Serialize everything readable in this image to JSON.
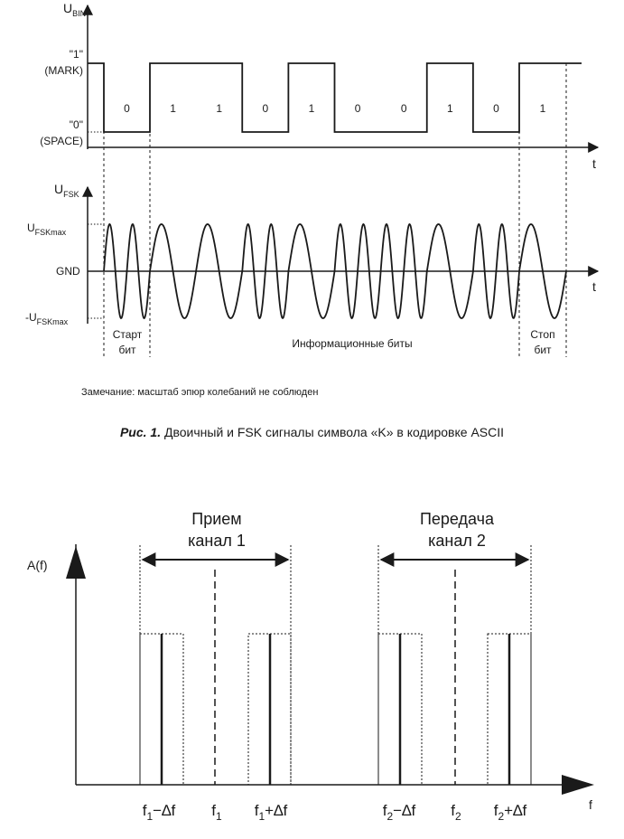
{
  "figure1": {
    "y_axis_label": "U",
    "y_axis_sub": "BIN",
    "mark_top": "\"1\"",
    "mark_bottom": "(MARK)",
    "space_top": "\"0\"",
    "space_bottom": "(SPACE)",
    "t_label": "t",
    "bits": [
      0,
      1,
      1,
      0,
      1,
      0,
      0,
      1,
      0,
      1
    ],
    "bit_labels": [
      "0",
      "1",
      "1",
      "0",
      "1",
      "0",
      "0",
      "1",
      "0",
      "1"
    ],
    "fsk_axis_label": "U",
    "fsk_axis_sub": "FSK",
    "fsk_max_label": "U",
    "fsk_max_sub": "FSKmax",
    "gnd_label": "GND",
    "fsk_min_label": "-U",
    "fsk_min_sub": "FSKmax",
    "start_line1": "Старт",
    "start_line2": "бит",
    "info_label": "Информационные биты",
    "stop_line1": "Стоп",
    "stop_line2": "бит",
    "note": "Замечание: масштаб эпюр колебаний не соблюден",
    "caption_bold": "Рис. 1.",
    "caption_text": " Двоичный и FSK сигналы символа «K» в кодировке ASCII"
  },
  "figure2": {
    "y_axis_label": "A(f)",
    "f_label": "f",
    "rx_title1": "Прием",
    "rx_title2": "канал 1",
    "tx_title1": "Передача",
    "tx_title2": "канал 2",
    "tick_f1_minus": "f",
    "tick_f1_minus_sub": "1",
    "tick_f1_minus_tail": "−∆f",
    "tick_f1": "f",
    "tick_f1_sub": "1",
    "tick_f1_plus": "f",
    "tick_f1_plus_sub": "1",
    "tick_f1_plus_tail": "+∆f",
    "tick_f2_minus": "f",
    "tick_f2_minus_sub": "2",
    "tick_f2_minus_tail": "−∆f",
    "tick_f2": "f",
    "tick_f2_sub": "2",
    "tick_f2_plus": "f",
    "tick_f2_plus_sub": "2",
    "tick_f2_plus_tail": "+∆f"
  }
}
